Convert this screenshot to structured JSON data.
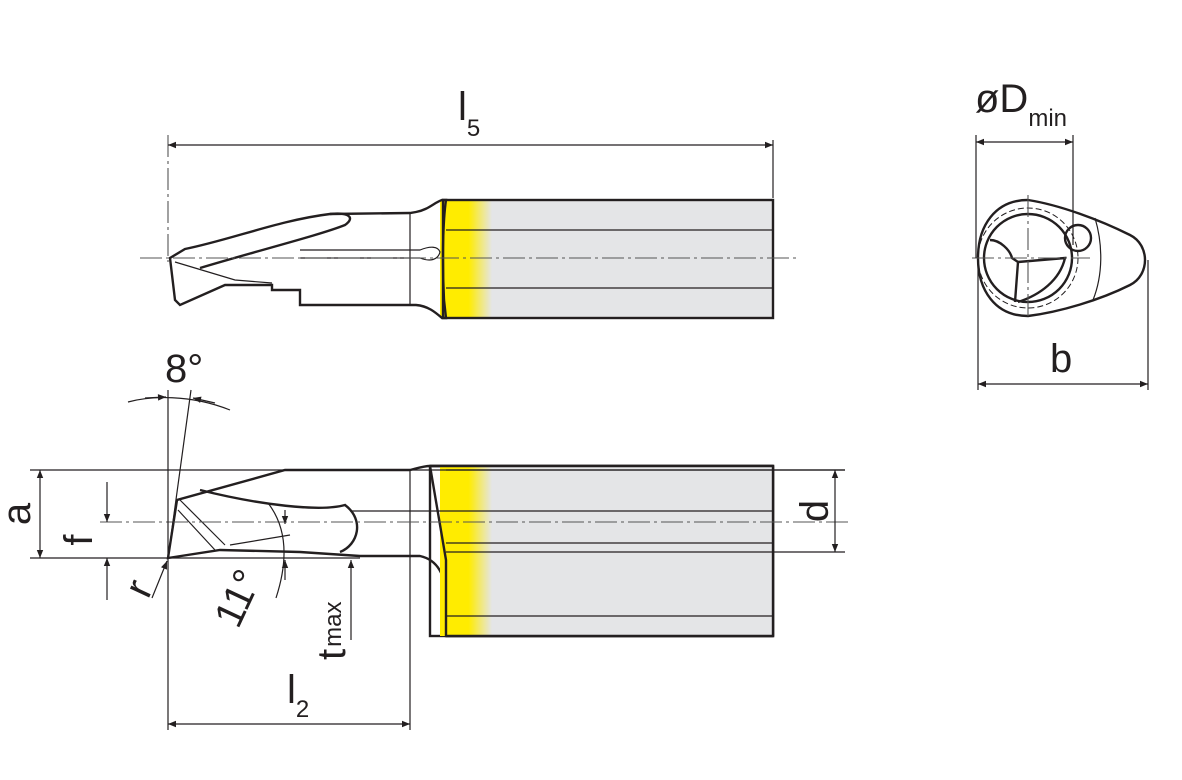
{
  "drawing": {
    "title": "Boring bar technical drawing",
    "colors": {
      "insert_yellow": "#ffec00",
      "shank_gray": "#e4e5e7",
      "line": "#231f20",
      "background": "#ffffff"
    },
    "dimensions": {
      "l5": {
        "main": "l",
        "sub": "5"
      },
      "l2": {
        "main": "l",
        "sub": "2"
      },
      "D_min": {
        "main": "øD",
        "sub": "min"
      },
      "b": "b",
      "a": "a",
      "f": "f",
      "d": "d",
      "r": "r",
      "t_max": {
        "main": "t",
        "sub": "max"
      },
      "angle_top": "8°",
      "angle_side": "11°"
    },
    "views": [
      "top-view",
      "end-view",
      "side-view"
    ]
  }
}
